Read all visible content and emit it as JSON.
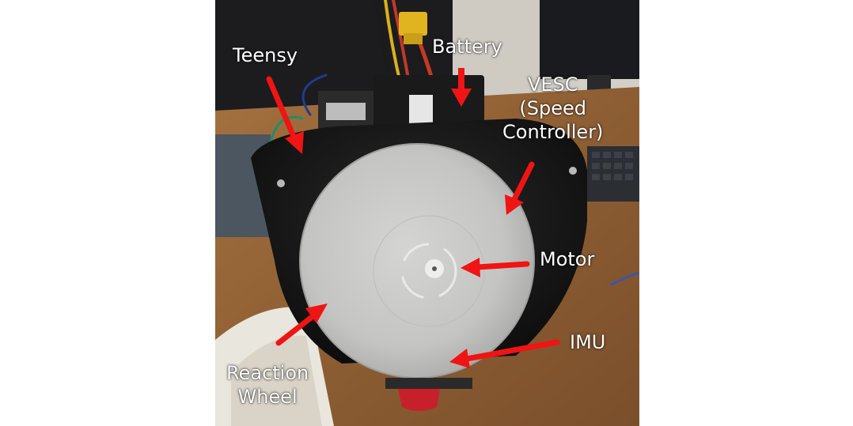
{
  "labels": {
    "teensy": "Teensy",
    "battery": "Battery",
    "vesc_line1": "VESC",
    "vesc_line2": "(Speed",
    "vesc_line3": "Controller)",
    "motor": "Motor",
    "imu": "IMU",
    "reaction_line1": "Reaction",
    "reaction_line2": "Wheel"
  },
  "colors": {
    "arrow": "#f01414",
    "label_text": "#ffffff",
    "wheel": "#c9cac8",
    "housing": "#141414",
    "desk": "#9a6a3c"
  }
}
